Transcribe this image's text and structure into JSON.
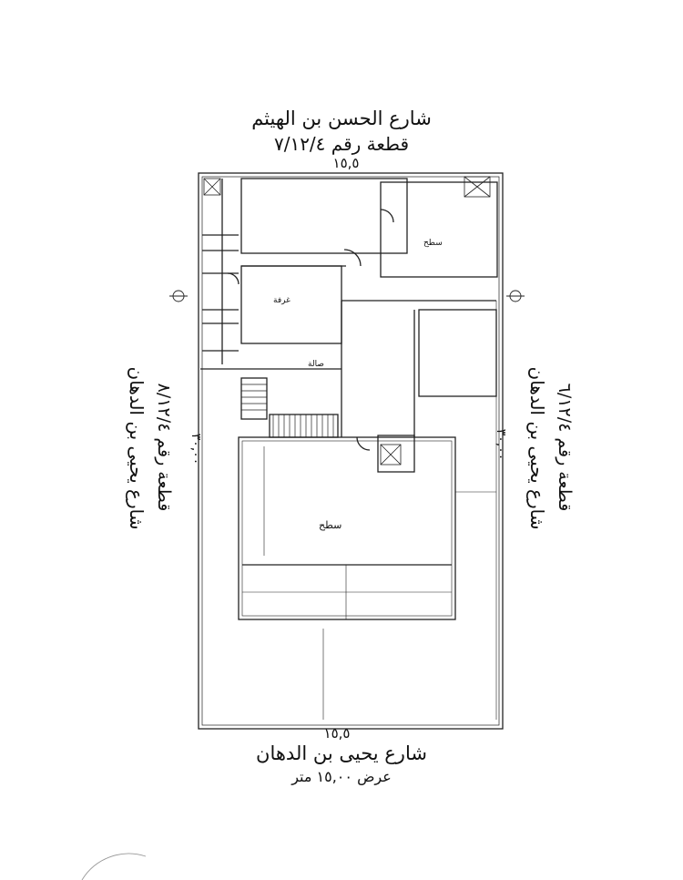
{
  "top": {
    "street": "شارع الحسن بن الهيثم",
    "plot": "قطعة رقم ٧/١٢/٤",
    "dimension": "١٥,٥"
  },
  "bottom": {
    "dimension": "١٥,٥",
    "street": "شارع يحيى بن الدهان",
    "width": "عرض ١٥,٠٠ متر"
  },
  "left": {
    "street": "شارع يحيى بن الدهان",
    "plot": "قطعة رقم ٨/١٢/٤",
    "dimension": "٣٠,٠٠"
  },
  "right": {
    "street": "شارع يحيى بن الدهان",
    "plot": "قطعة رقم ٦/١٢/٤",
    "dimension": "٣٠,٠٠"
  },
  "rooms": {
    "roof_top_right": "سطح",
    "roof_main": "سطح",
    "stair_hall": "صالة",
    "room_mid_left": "غرفة"
  }
}
